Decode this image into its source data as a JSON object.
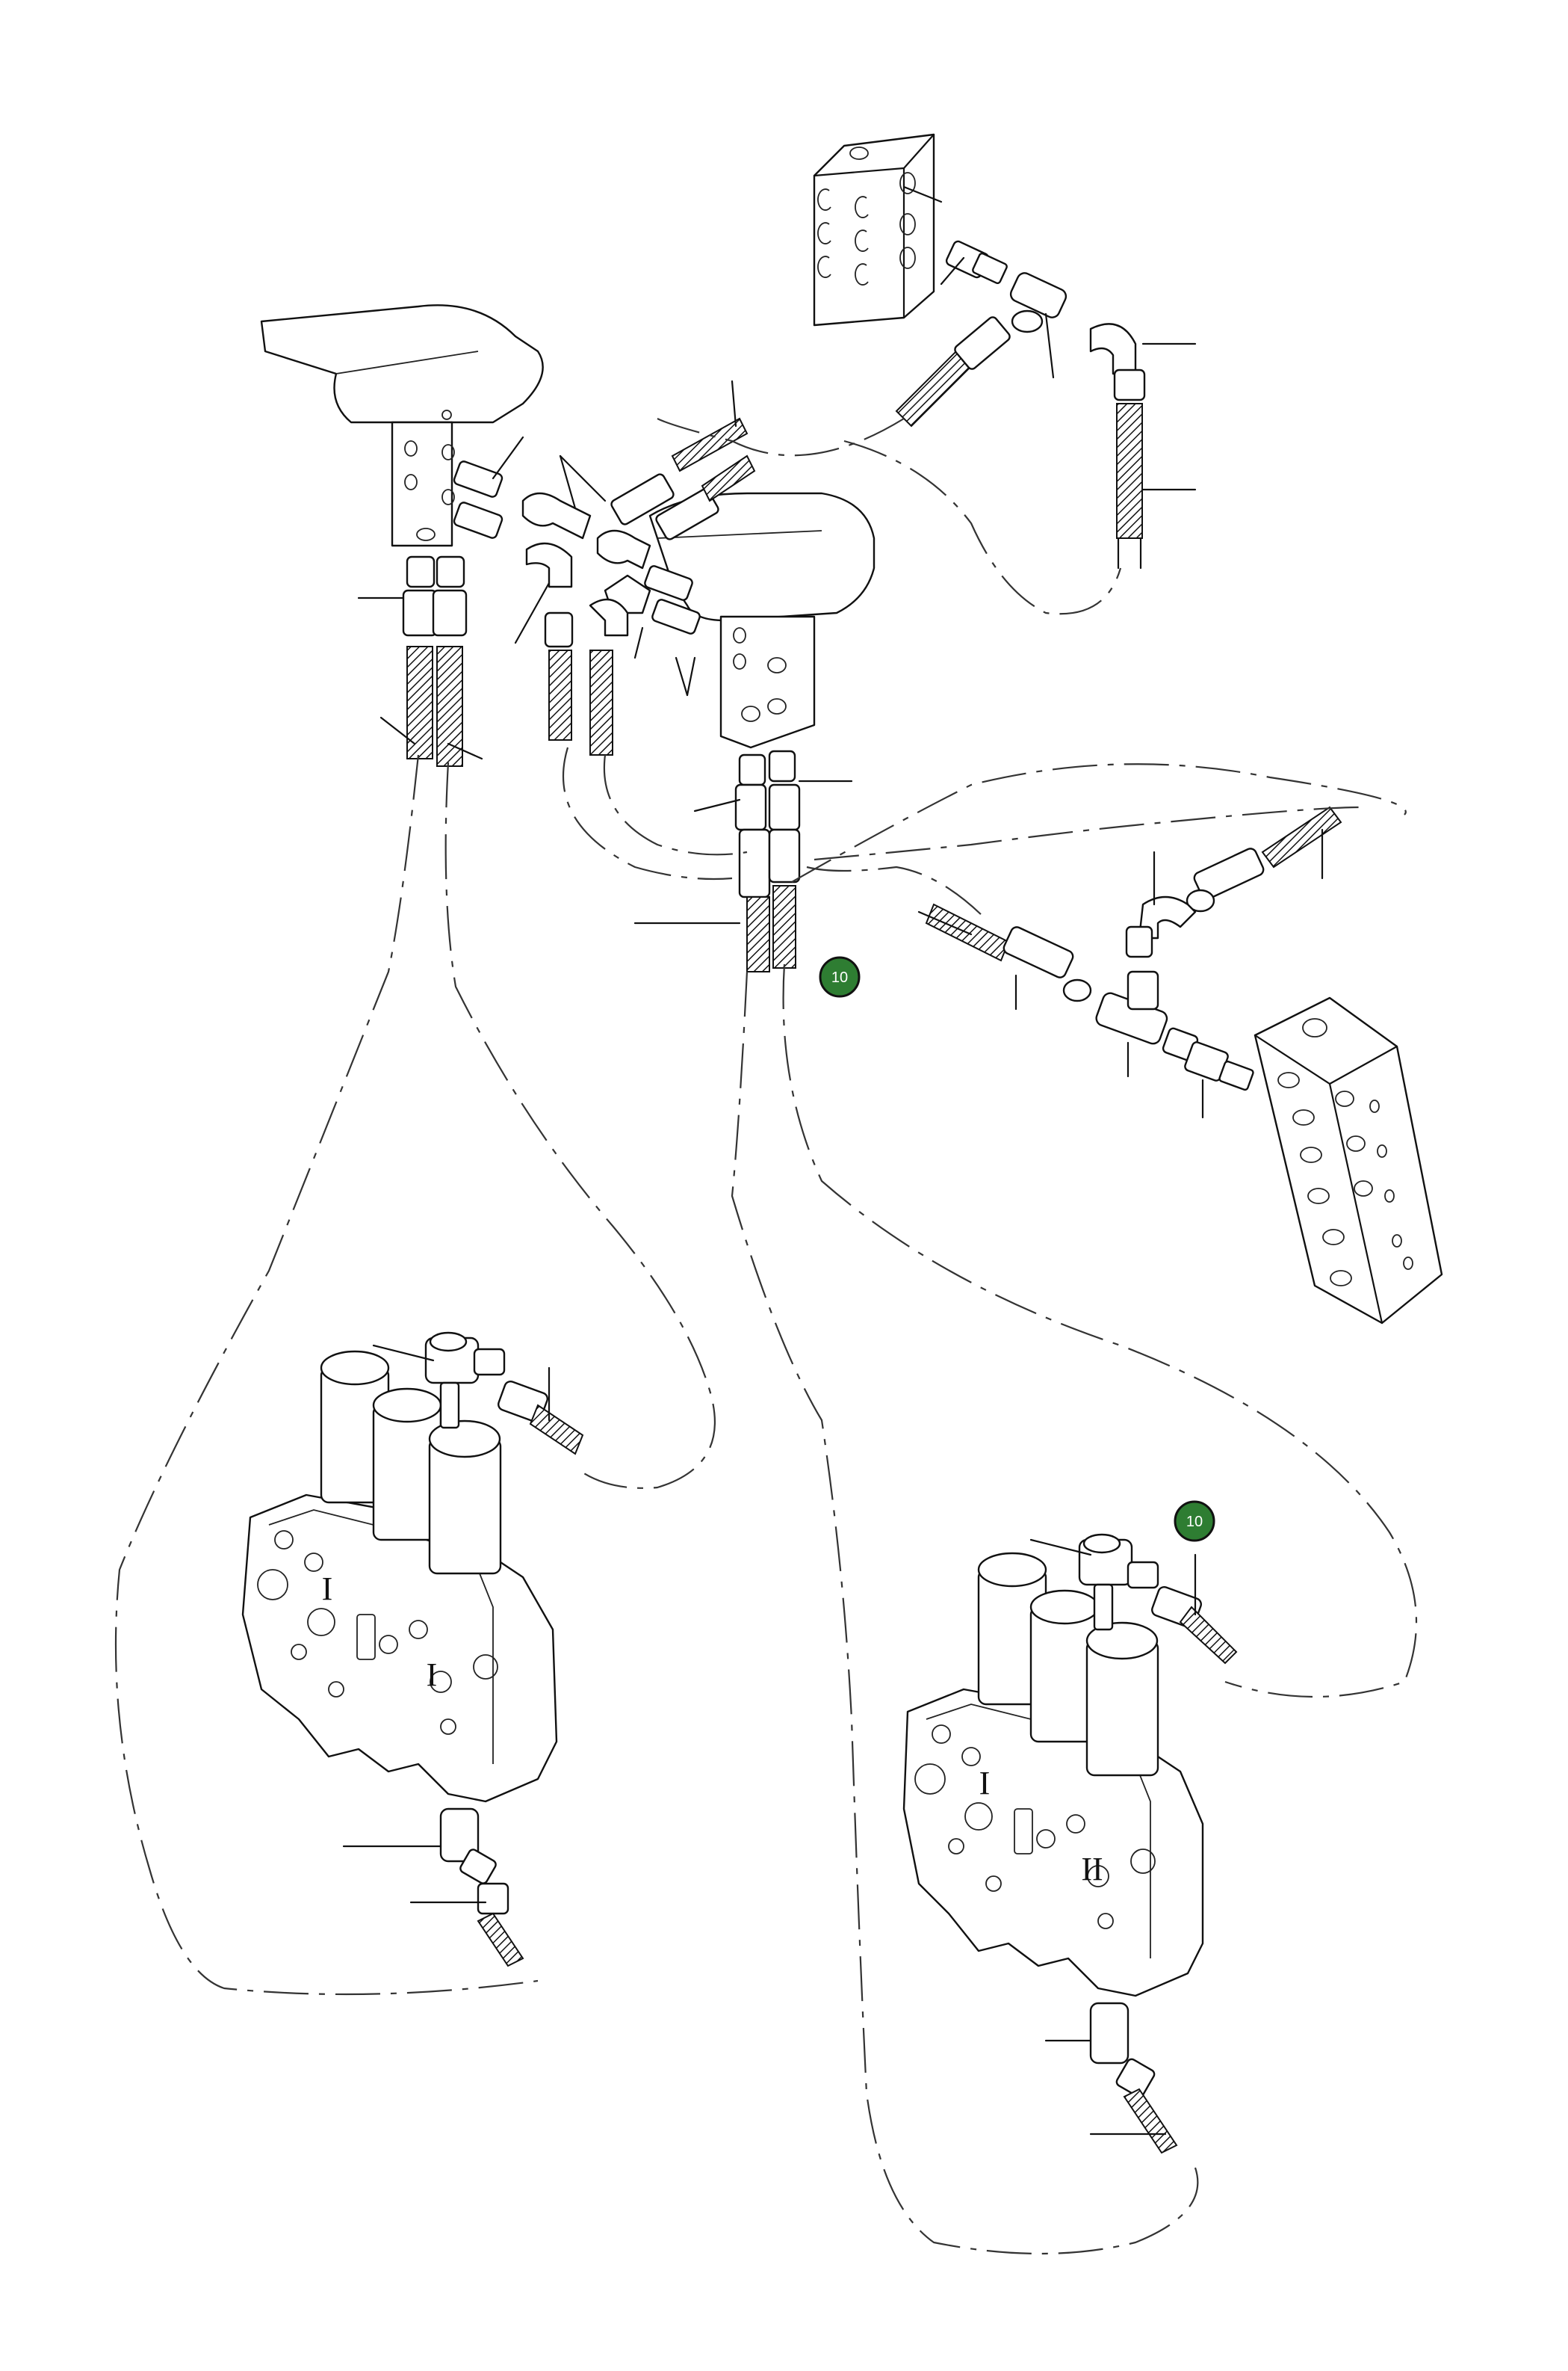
{
  "diagram": {
    "callouts": [
      {
        "label": "10",
        "color": "#2e7d32"
      },
      {
        "label": "10",
        "color": "#2e7d32"
      }
    ],
    "valve_markings": [
      {
        "text": "I"
      },
      {
        "text": "I"
      },
      {
        "text": "I"
      },
      {
        "text": "II"
      }
    ]
  }
}
